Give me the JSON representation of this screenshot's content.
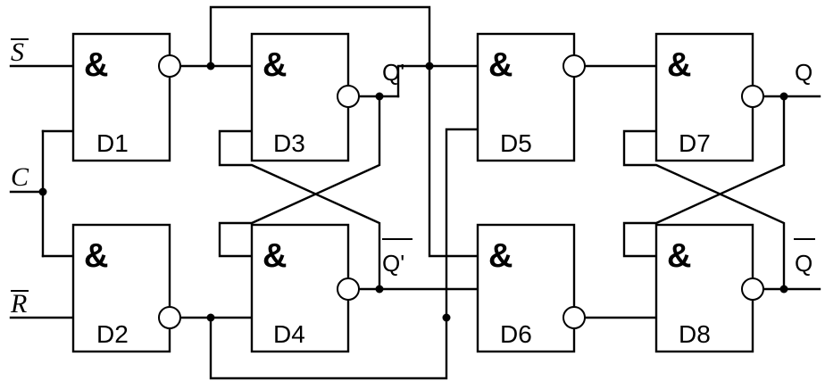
{
  "diagram": {
    "title_fragment": "",
    "gate_symbol": "&",
    "gates": [
      {
        "id": "D1",
        "label": "D1"
      },
      {
        "id": "D2",
        "label": "D2"
      },
      {
        "id": "D3",
        "label": "D3"
      },
      {
        "id": "D4",
        "label": "D4"
      },
      {
        "id": "D5",
        "label": "D5"
      },
      {
        "id": "D6",
        "label": "D6"
      },
      {
        "id": "D7",
        "label": "D7"
      },
      {
        "id": "D8",
        "label": "D8"
      }
    ],
    "inputs": {
      "s": "S",
      "c": "C",
      "r": "R"
    },
    "outputs": {
      "q_prime": "Q'",
      "q_prime_bar": "Q'",
      "q": "Q",
      "q_bar": "Q"
    }
  }
}
